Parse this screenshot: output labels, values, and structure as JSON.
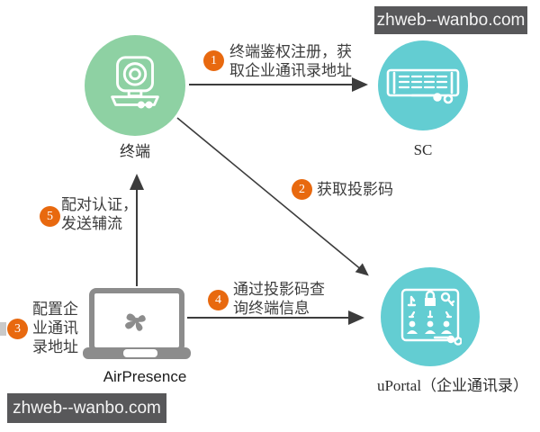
{
  "watermark": {
    "text": "zhweb--wanbo.com"
  },
  "colors": {
    "node_green": "#8ed1a3",
    "node_teal": "#63cdd2",
    "badge_orange": "#e8690f",
    "arrow": "#3c3c3c",
    "laptop_gray": "#8c8c8c",
    "watermark_bg": "#58585a"
  },
  "nodes": {
    "terminal": {
      "label": "终端",
      "icon": "webcam-icon"
    },
    "sc": {
      "label": "SC",
      "icon": "server-icon"
    },
    "uportal": {
      "label": "uPortal（企业通讯录）",
      "icon": "directory-icon"
    },
    "airpresence": {
      "label": "AirPresence",
      "icon": "laptop-clover-icon"
    }
  },
  "steps": {
    "s1": {
      "num": "1",
      "line1": "终端鉴权注册，获",
      "line2": "取企业通讯录地址"
    },
    "s2": {
      "num": "2",
      "line1": "获取投影码"
    },
    "s3": {
      "num": "3",
      "line1": "配置企",
      "line2": "业通讯",
      "line3": "录地址"
    },
    "s4": {
      "num": "4",
      "line1": "通过投影码查",
      "line2": "询终端信息"
    },
    "s5": {
      "num": "5",
      "line1": "配对认证，",
      "line2": "发送辅流"
    }
  }
}
